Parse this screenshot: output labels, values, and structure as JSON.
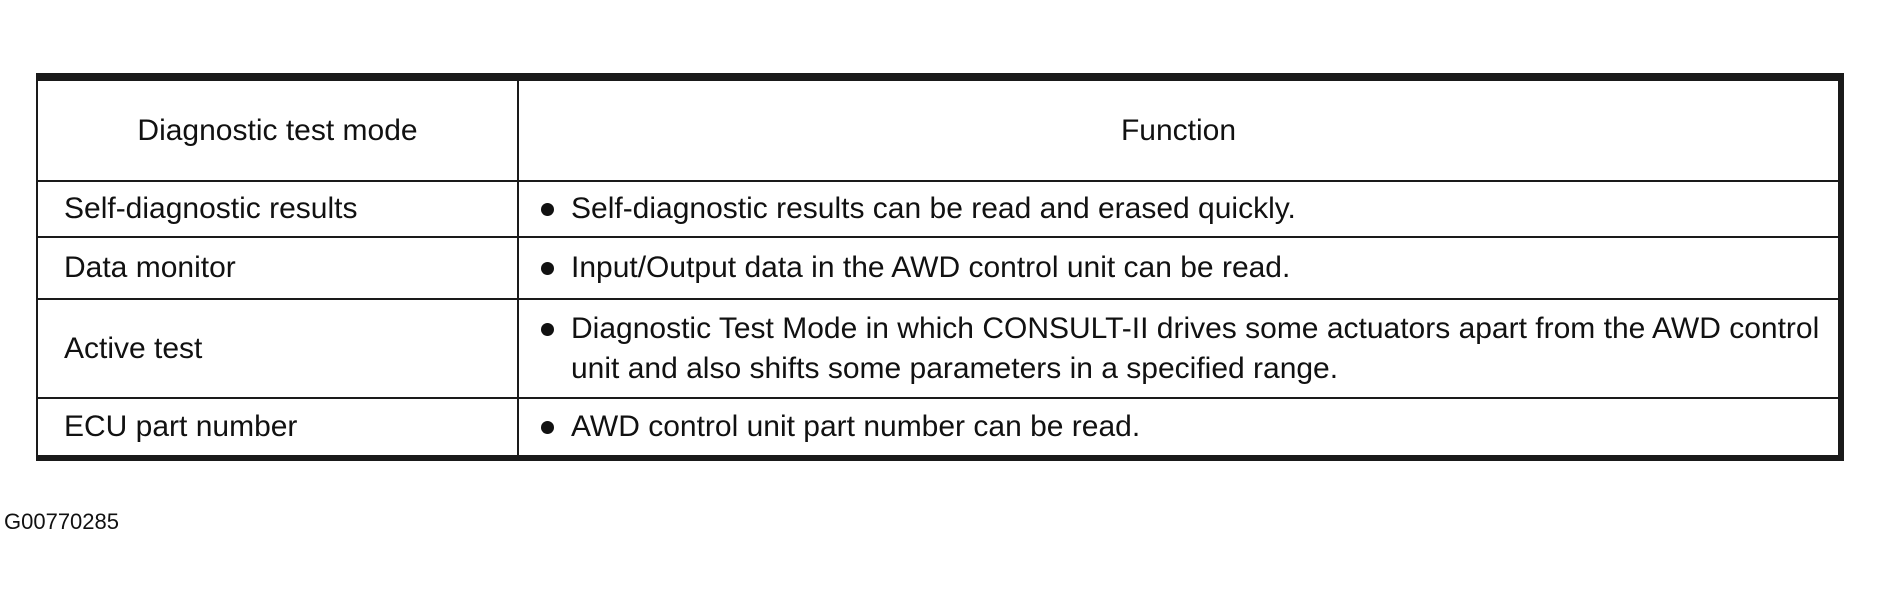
{
  "table": {
    "headers": {
      "mode": "Diagnostic test mode",
      "function": "Function"
    },
    "rows": [
      {
        "mode": "Self-diagnostic results",
        "function": "Self-diagnostic results can be read and erased quickly."
      },
      {
        "mode": "Data monitor",
        "function": "Input/Output data in the AWD control unit can be read."
      },
      {
        "mode": "Active test",
        "function": "Diagnostic Test Mode in which CONSULT-II drives some actuators apart from the AWD control unit and also shifts some parameters in a specified range."
      },
      {
        "mode": "ECU part number",
        "function": "AWD control unit part number can be read."
      }
    ]
  },
  "figure_id": "G00770285"
}
